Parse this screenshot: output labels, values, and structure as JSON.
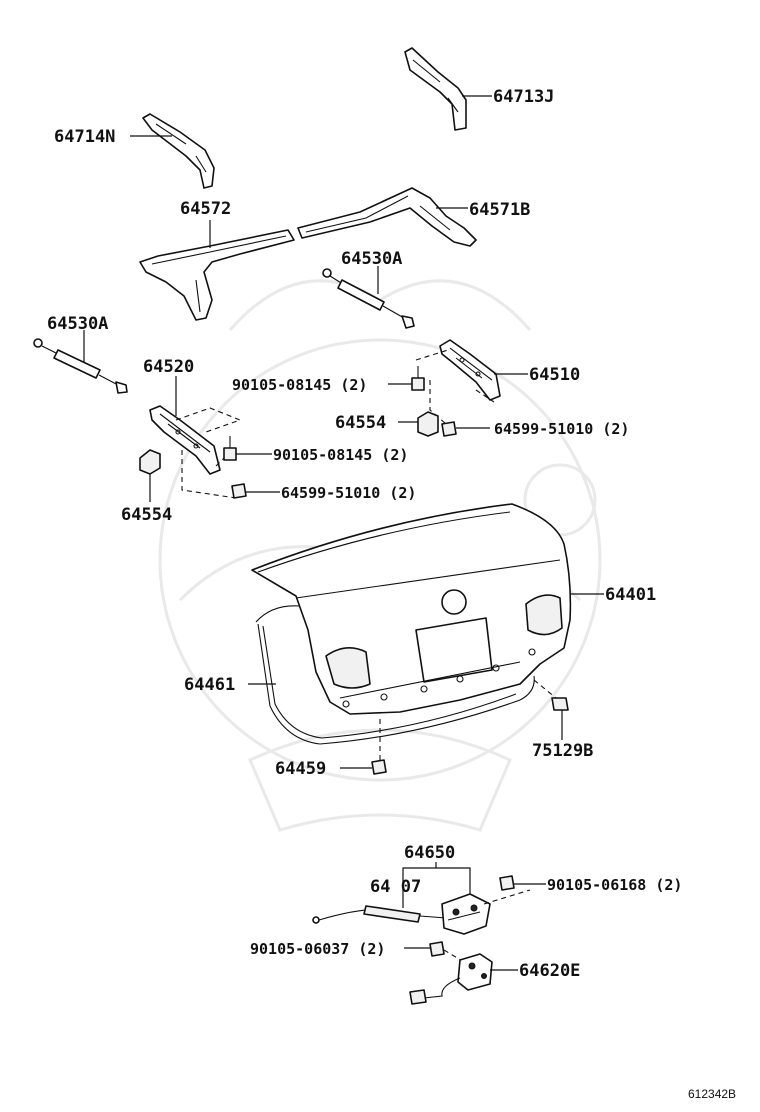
{
  "diagram": {
    "labels": {
      "p64713J": "64713J",
      "p64714N": "64714N",
      "p64572": "64572",
      "p64571B": "64571B",
      "p64530A_upper": "64530A",
      "p64530A_left": "64530A",
      "p64520": "64520",
      "p64510": "64510",
      "p90105_08145_right": "90105-08145 (2)",
      "p90105_08145_left": "90105-08145 (2)",
      "p64554_right": "64554",
      "p64554_left": "64554",
      "p64599_51010_right": "64599-51010 (2)",
      "p64599_51010_left": "64599-51010 (2)",
      "p64401": "64401",
      "p64461": "64461",
      "p64459": "64459",
      "p75129B": "75129B",
      "p64650": "64650",
      "p64607": "64 07",
      "p90105_06168": "90105-06168 (2)",
      "p90105_06037": "90105-06037 (2)",
      "p64620E": "64620E"
    },
    "reference_code": "612342B"
  }
}
